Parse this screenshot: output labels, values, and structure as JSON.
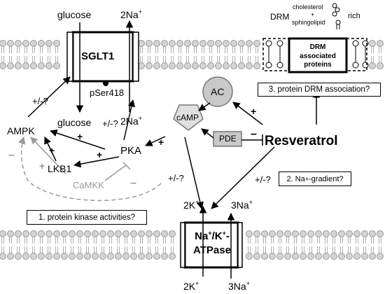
{
  "sglt1": {
    "glucose_top": "glucose",
    "na_top": "2Na",
    "na_top_sup": "+",
    "label": "SGLT1",
    "phospho": "pSer418",
    "glucose_bottom": "glucose",
    "na_bottom": "2Na",
    "na_bottom_sup": "+"
  },
  "drm": {
    "title": "DRM",
    "cholesterol": "cholesterol",
    "plus": "+",
    "sphingolipid": "sphingolipid",
    "rich": "rich",
    "box_label": "DRM associated proteins",
    "question": "3. protein DRM association?"
  },
  "signaling": {
    "ac": "AC",
    "camp": "cAMP",
    "pde": "PDE",
    "resveratrol": "Resveratrol",
    "pka": "PKA",
    "ampk": "AMPK",
    "lkb1": "LKB1",
    "camkk": "CaMKK",
    "kinase_question": "1. protein kinase activities?",
    "na_gradient_question": "2. Na",
    "na_gradient_sup": "+",
    "na_gradient_rest": "-gradient?"
  },
  "atpase": {
    "label_line1": "Na",
    "label_sup1": "+",
    "label_mid": "/K",
    "label_sup2": "+",
    "label_end": "-",
    "label_line2": "ATPase",
    "k_top": "2K",
    "k_top_sup": "+",
    "na_top": "3Na",
    "na_top_sup": "+",
    "k_bottom": "2K",
    "k_bottom_sup": "+",
    "na_bottom": "3Na",
    "na_bottom_sup": "+"
  },
  "edge_labels": {
    "ampk_sglt1": "+/-?",
    "pka_sglt1": "+/-?",
    "camp_atpase": "+/-?",
    "res_atpase": "+/-?",
    "pka_ampk": "+",
    "lkb1_ampk": "+",
    "pka_lkb1": "+",
    "camkk_ampk": "+",
    "ac_camp": "+",
    "camp_pka": "+",
    "pka_camkk": "–",
    "camkk_feedback": "–",
    "pde_inhibit": "–"
  }
}
